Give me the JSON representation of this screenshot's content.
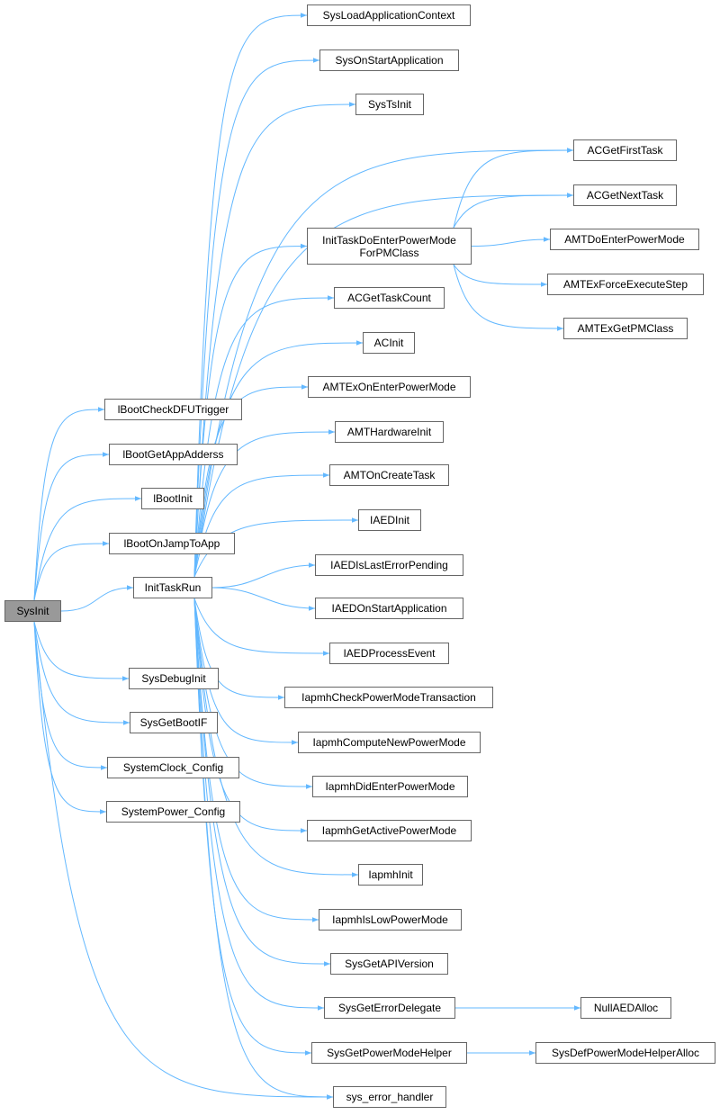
{
  "graph": {
    "edge_color": "#63b8ff",
    "root_fill": "#999999",
    "node_border": "#666666",
    "nodes": {
      "sysinit": {
        "label": "SysInit",
        "root": true
      },
      "lboot_check_dfu": {
        "label": "lBootCheckDFUTrigger"
      },
      "lboot_get_app_adderss": {
        "label": "lBootGetAppAdderss"
      },
      "lboot_init": {
        "label": "lBootInit"
      },
      "lboot_on_jamp": {
        "label": "lBootOnJampToApp"
      },
      "init_task_run": {
        "label": "InitTaskRun"
      },
      "sys_debug_init": {
        "label": "SysDebugInit"
      },
      "sys_get_boot_if": {
        "label": "SysGetBootIF"
      },
      "system_clock_config": {
        "label": "SystemClock_Config"
      },
      "system_power_config": {
        "label": "SystemPower_Config"
      },
      "sys_load_app_ctx": {
        "label": "SysLoadApplicationContext"
      },
      "sys_on_start_app": {
        "label": "SysOnStartApplication"
      },
      "sys_ts_init": {
        "label": "SysTsInit"
      },
      "ac_get_first_task": {
        "label": "ACGetFirstTask"
      },
      "ac_get_next_task": {
        "label": "ACGetNextTask"
      },
      "init_task_do_enter": {
        "label_line1": "InitTaskDoEnterPowerMode",
        "label_line2": "ForPMClass"
      },
      "amt_do_enter": {
        "label": "AMTDoEnterPowerMode"
      },
      "amt_ex_force": {
        "label": "AMTExForceExecuteStep"
      },
      "amt_ex_get_pm": {
        "label": "AMTExGetPMClass"
      },
      "ac_get_task_count": {
        "label": "ACGetTaskCount"
      },
      "ac_init": {
        "label": "ACInit"
      },
      "amt_ex_on_enter": {
        "label": "AMTExOnEnterPowerMode"
      },
      "amt_hardware_init": {
        "label": "AMTHardwareInit"
      },
      "amt_on_create_task": {
        "label": "AMTOnCreateTask"
      },
      "iaed_init": {
        "label": "IAEDInit"
      },
      "iaed_is_last_error": {
        "label": "IAEDIsLastErrorPending"
      },
      "iaed_on_start": {
        "label": "IAEDOnStartApplication"
      },
      "iaed_process_event": {
        "label": "IAEDProcessEvent"
      },
      "iapmh_check": {
        "label": "IapmhCheckPowerModeTransaction"
      },
      "iapmh_compute": {
        "label": "IapmhComputeNewPowerMode"
      },
      "iapmh_did_enter": {
        "label": "IapmhDidEnterPowerMode"
      },
      "iapmh_get_active": {
        "label": "IapmhGetActivePowerMode"
      },
      "iapmh_init": {
        "label": "IapmhInit"
      },
      "iapmh_is_low": {
        "label": "IapmhIsLowPowerMode"
      },
      "sys_get_api_version": {
        "label": "SysGetAPIVersion"
      },
      "sys_get_error_delegate": {
        "label": "SysGetErrorDelegate"
      },
      "null_aed_alloc": {
        "label": "NullAEDAlloc"
      },
      "sys_get_power_mode_helper": {
        "label": "SysGetPowerModeHelper"
      },
      "sys_def_power_mode_helper_alloc": {
        "label": "SysDefPowerModeHelperAlloc"
      },
      "sys_error_handler": {
        "label": "sys_error_handler"
      }
    }
  }
}
